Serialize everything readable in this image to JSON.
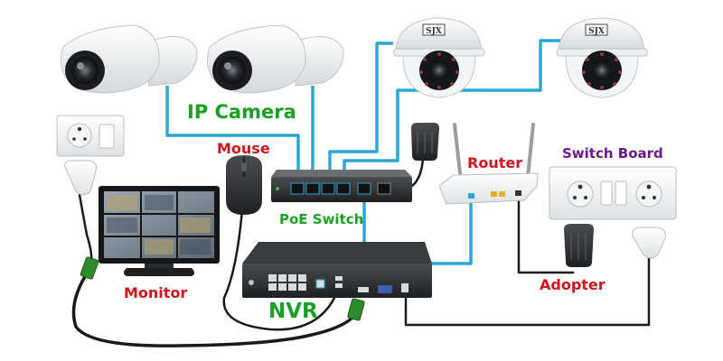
{
  "labels": {
    "ip_camera": "IP Camera",
    "mouse": "Mouse",
    "router": "Router",
    "switch_board": "Switch Board",
    "poe_switch": "PoE Switch",
    "monitor": "Monitor",
    "nvr": "NVR",
    "adapter": "Adopter"
  },
  "dome_brand": "SJX",
  "colors": {
    "ethernet_cable": "#2aa6d8",
    "power_cable": "#1a1a1a",
    "label_red": "#d4141c",
    "label_green": "#1aa024",
    "label_purple": "#6e1a8c",
    "hdmi_green": "#2e8a2a"
  }
}
